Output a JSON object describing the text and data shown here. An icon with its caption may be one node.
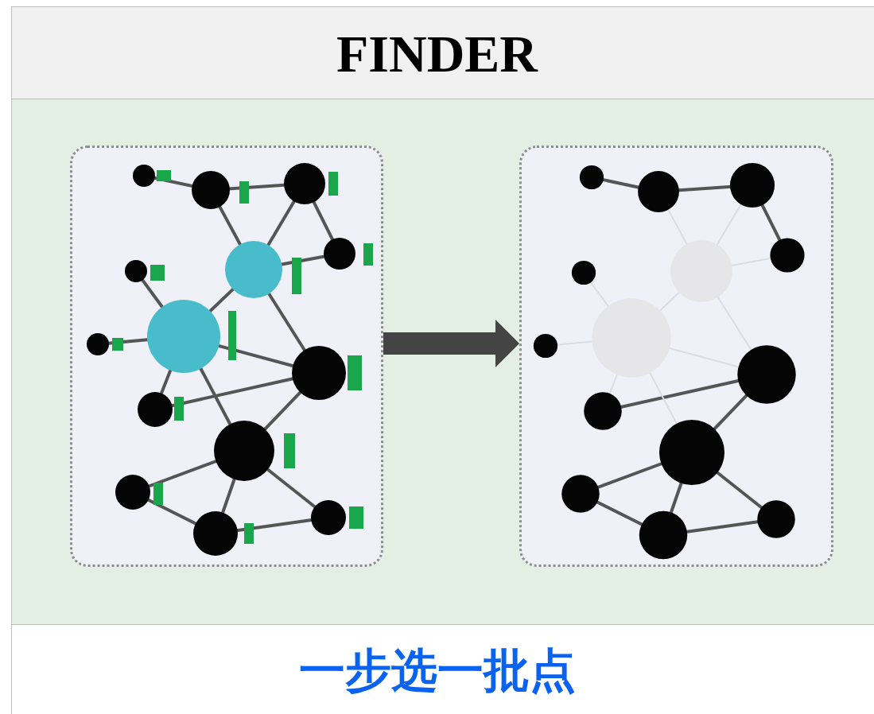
{
  "diagram": {
    "title": "FINDER",
    "caption": "一步选一批点",
    "nodes": [
      {
        "text": [],
        "shape": "box"
      },
      {
        "text": [],
        "shape": "box"
      }
    ],
    "edges": [
      {
        "from": 0,
        "to": 1,
        "arrow": "to"
      }
    ]
  }
}
